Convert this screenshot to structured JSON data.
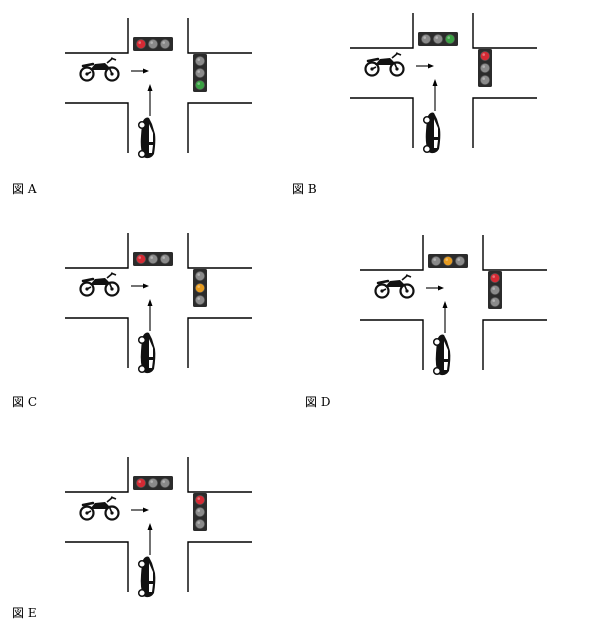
{
  "figures": [
    {
      "label": "図 A",
      "top_light": [
        "red",
        "off",
        "off"
      ],
      "side_light": [
        "off",
        "off",
        "green"
      ]
    },
    {
      "label": "図 B",
      "top_light": [
        "off",
        "off",
        "green"
      ],
      "side_light": [
        "red",
        "off",
        "off"
      ]
    },
    {
      "label": "図 C",
      "top_light": [
        "red",
        "off",
        "off"
      ],
      "side_light": [
        "off",
        "yellow",
        "off"
      ]
    },
    {
      "label": "図 D",
      "top_light": [
        "off",
        "yellow",
        "off"
      ],
      "side_light": [
        "red",
        "off",
        "off"
      ]
    },
    {
      "label": "図 E",
      "top_light": [
        "red",
        "off",
        "off"
      ],
      "side_light": [
        "red",
        "off",
        "off"
      ]
    }
  ],
  "colors": {
    "red": "#d42a34",
    "green": "#3aa043",
    "yellow": "#e59a1f",
    "off": "#8a8a8a",
    "housing": "#2b2b2b",
    "line": "#000000"
  },
  "icons": {
    "vehicle_left": "motorcycle-icon",
    "vehicle_bottom": "car-icon"
  }
}
